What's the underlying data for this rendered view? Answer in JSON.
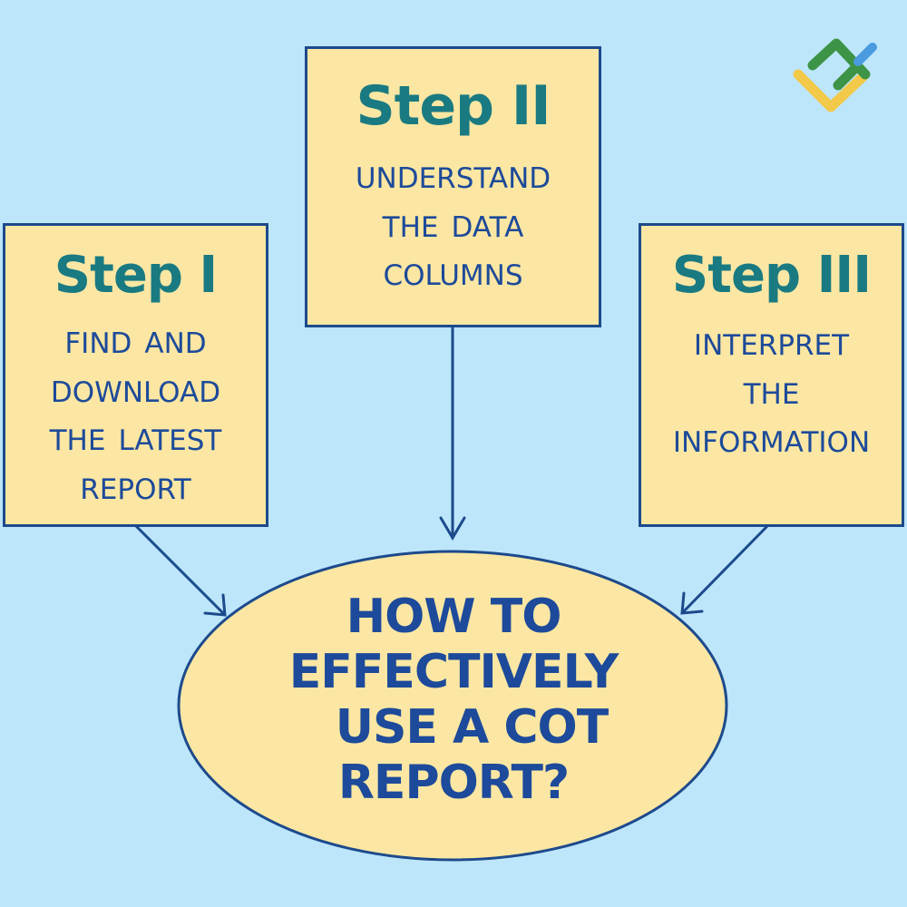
{
  "diagram": {
    "center": {
      "lines": [
        "HOW TO",
        "EFFECTIVELY",
        "USE A COT",
        "REPORT?"
      ]
    },
    "steps": [
      {
        "title": "Step I",
        "lines": [
          "Find and",
          "Download",
          "the Latest",
          "Report"
        ]
      },
      {
        "title": "Step II",
        "lines": [
          "Understand",
          "the Data",
          "Columns"
        ]
      },
      {
        "title": "Step III",
        "lines": [
          "Interpret",
          "the",
          "Information"
        ]
      }
    ],
    "colors": {
      "background": "#bde6fb",
      "box_fill": "#fbe7a3",
      "border": "#1d4a8c",
      "title": "#1a7a82",
      "text": "#1d4a9a"
    },
    "logo": {
      "icon": "brand-logo-icon"
    }
  }
}
